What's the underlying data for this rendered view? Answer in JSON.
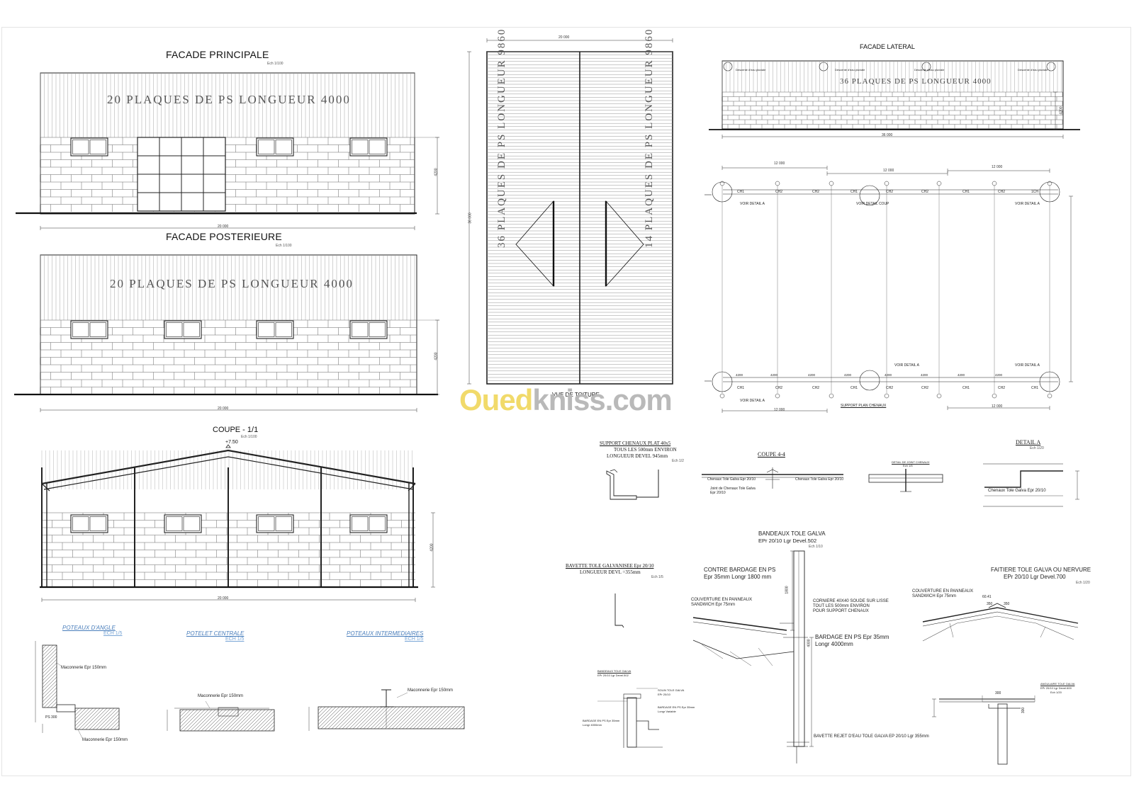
{
  "facade_principale": {
    "title": "FACADE PRINCIPALE",
    "scale": "Ech 1/100",
    "plaques": "20 PLAQUES DE PS LONGUEUR 4000",
    "height_dim": "4200",
    "width_dim": "20 000"
  },
  "facade_posterieure": {
    "title": "FACADE POSTERIEURE",
    "scale": "Ech 1/100",
    "plaques": "20 PLAQUES DE PS LONGUEUR 4000",
    "height_dim": "4200",
    "width_dim": "20 000"
  },
  "coupe": {
    "title": "COUPE - 1/1",
    "scale": "Ech 1/100",
    "elevation": "+7.50",
    "height_dim": "4200",
    "width_dim": "20 000"
  },
  "toiture": {
    "title": "VUE DE TOITURE",
    "left_plaques": "36 PLAQUES DE PS LONGUEUR 9860",
    "right_plaques": "14 PLAQUES DE PS LONGUEUR 9860",
    "top_dim": "20 000",
    "side_dim": "36 000"
  },
  "facade_laterale": {
    "title": "FACADE LATERAL",
    "plaques": "36 PLAQUES DE PS LONGUEUR 4000",
    "width_dim": "36 000",
    "height_dim": "4200",
    "notes": [
      "Descente d'eau pluviale",
      "Descente d'eau pluviale",
      "Descente d'eau pluviale",
      "Descente d'eau pluviale"
    ]
  },
  "plan_chenaux": {
    "title": "SUPPORT PLAN CHENAUX",
    "top_dims": [
      "12 000",
      "12 000",
      "12 000"
    ],
    "bottom_dims": [
      "12 000",
      "12 000"
    ],
    "voir_detail_a": "VOIR DETAIL A",
    "voir_detail_coupe": "VOIR DETAIL COUP",
    "top_labels": [
      "CH1",
      "CH2",
      "CH2",
      "CH1",
      "CH2",
      "CH2",
      "CH1",
      "CH2",
      "1CH"
    ],
    "bottom_labels": [
      "CH1",
      "CH2",
      "CH2",
      "CH1",
      "CH2",
      "CH2",
      "CH1",
      "CH2",
      "CH1"
    ],
    "bottom_dim_values": [
      "4200",
      "4200",
      "4200",
      "4200",
      "4200",
      "4200",
      "4200",
      "4200"
    ]
  },
  "support_chenaux": {
    "lines": [
      "SUPPORT CHENAUX PLAT   40x5",
      "TOUS LES 500mm ENVIRON",
      "LONGUEUR DEVEL 945mm"
    ],
    "scale": "Ech 1/2"
  },
  "coupe_44": {
    "title": "COUPE 4-4",
    "labels": [
      "Chenaux Tole Galva Epr 20/10",
      "Joint de Chenaux Tole Galva Epr 20/10",
      "Chenaux Tole Galva Epr 20/10"
    ]
  },
  "detail_joint": {
    "title": "DETAIL DE JOINT CHENAUX",
    "scale": "Ech 1/5"
  },
  "detail_a": {
    "title": "DETAIL A",
    "scale": "Ech 1/20",
    "label": "Chenaux Tole Galva Epr 20/10"
  },
  "bandeaux": {
    "title": "BANDEAUX  TOLE GALVA",
    "spec": "EPr 20/10 Lgr Devel.502",
    "scale": "Ech 1/10",
    "contre_bardage": [
      "CONTRE BARDAGE EN PS",
      "Epr 35mm  Longr 1800 mm"
    ],
    "couverture": [
      "COUVERTURE  EN PANNEAUX",
      "SANDWICH Epr 75mm"
    ],
    "corniere": [
      "CORNIERE 40X40 SOUDE SUR LISSE",
      "TOUT LES 500mm ENVIRON",
      "POUR SUPPORT CHENAUX"
    ],
    "bardage": [
      "BARDAGE EN PS Epr 35mm",
      "Longr 4000mm"
    ],
    "bavette_reject": "BAVETTE REJET D'EAU TOLE GALVA EP 20/10 Lgr 355mm",
    "dim_1800": "1800",
    "dim_4000": "4000"
  },
  "bavette": {
    "lines": [
      "BAVETTE TOLE GALVANISEE Epr 20/10",
      "LONGUEUR DEVL =355mm"
    ],
    "scale": "Ech 1/5"
  },
  "faitiere": {
    "title": "FAITIERE  TOLE GALVA OU NERVURE",
    "spec": "EPr 20/10 Lgr Devel.700",
    "scale": "Ech 1/20",
    "couverture": [
      "COUVERTURE  EN PANNEAUX",
      "SANDWICH Epr 75mm"
    ],
    "dims": [
      "60.41",
      "350",
      "350"
    ]
  },
  "detail_bandeau": {
    "labels": [
      "BANDEAUX  TOLE GALVA",
      "EPr 20/10 Lgr Devel.502",
      "SOLIN TOLE GALVA",
      "EPr 20/10",
      "BARDAGE EN PS Epr 35mm",
      "Longr Variable",
      "BARDAGE EN PS Epr 35mm",
      "Longr 4000mm"
    ]
  },
  "detail_acrotere": {
    "labels": [
      "ANGULAIRE TOLE GALVA",
      "EPr 20/10 Lgr Devel.600",
      "Ech 1/20"
    ],
    "dims": [
      "300",
      "300"
    ]
  },
  "poteaux": {
    "angle_title": "POTEAUX D'ANGLE",
    "angle_scale": "ECH 1/5",
    "centrale_title": "POTELET CENTRALE",
    "centrale_scale": "ECH 1/5",
    "inter_title": "POTEAUX INTERMEDIAIRES",
    "inter_scale": "ECH 1/5",
    "maconnerie": "Maconnerie Epr 150mm",
    "ps_label": "PS 300"
  },
  "watermark": {
    "part1": "Oued",
    "part2": "kniss",
    "part3": ".com"
  }
}
